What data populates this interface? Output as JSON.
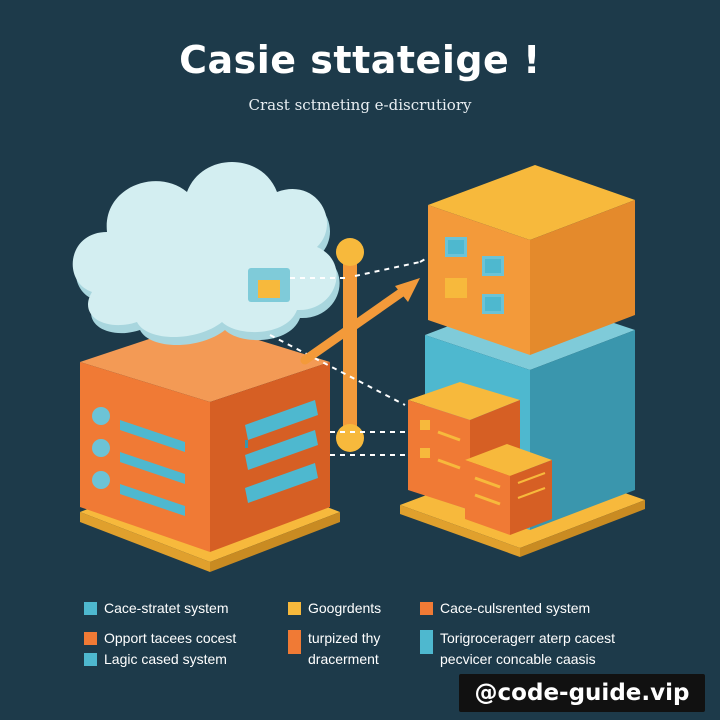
{
  "header": {
    "title": "Casie sttateige !",
    "subtitle": "Crast sctmeting e-discrutiory"
  },
  "colors": {
    "background": "#1d3a4a",
    "orange": "#f07a35",
    "orange_dark": "#d65f24",
    "amber": "#f4a83a",
    "yellow": "#f7b93c",
    "teal": "#4eb8cf",
    "teal_dark": "#3a96ad",
    "cloud": "#bfe4ea"
  },
  "legend": [
    {
      "text": "Cace-stratet system",
      "color": "#4eb8cf"
    },
    {
      "text": "Googrdents",
      "color": "#f7b93c"
    },
    {
      "text": "Cace-culsrented system",
      "color": "#f07a35"
    },
    {
      "text": "Opport tacees cocest",
      "color": "#f07a35"
    },
    {
      "text": "Lagic cased system",
      "color": "#4eb8cf"
    },
    {
      "text": "turpized thy\ndracerment",
      "color": "#f07a35"
    },
    {
      "text": "Torigroceragerr aterp cacest\npecvicer concable caasis",
      "color": "#4eb8cf"
    }
  ],
  "watermark": "@code-guide.vip"
}
